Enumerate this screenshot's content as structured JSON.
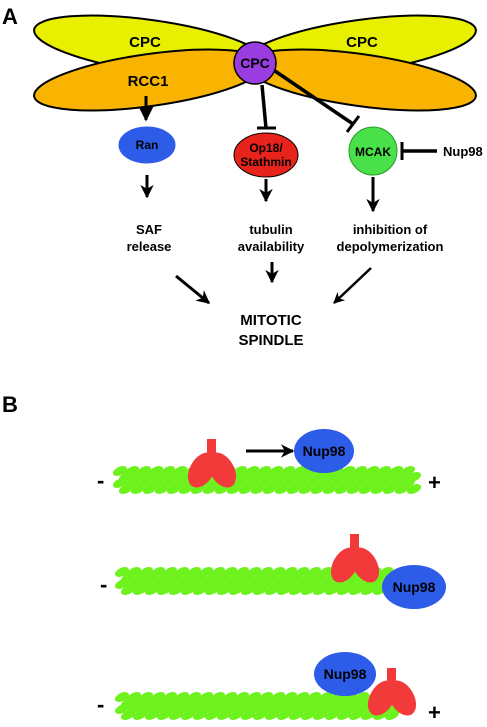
{
  "panel_a": {
    "label": "A",
    "cpc_left": "CPC",
    "cpc_right": "CPC",
    "cpc_center": "CPC",
    "rcc1": "RCC1",
    "ran": "Ran",
    "op18_line1": "Op18/",
    "op18_line2": "Stathmin",
    "mcak": "MCAK",
    "nup98": "Nup98",
    "saf_line1": "SAF",
    "saf_line2": "release",
    "tub_line1": "tubulin",
    "tub_line2": "availability",
    "inh_line1": "inhibition of",
    "inh_line2": "depolymerization",
    "mitotic_line1": "MITOTIC",
    "mitotic_line2": "SPINDLE"
  },
  "panel_b": {
    "label": "B",
    "rows": [
      {
        "minus": "-",
        "plus": "+",
        "nup98": "Nup98"
      },
      {
        "minus": "-",
        "nup98": "Nup98"
      },
      {
        "minus": "-",
        "plus": "+",
        "nup98": "Nup98"
      }
    ]
  },
  "colors": {
    "cpc_yellow": "#e8f000",
    "rcc1_orange": "#f8b400",
    "cpc_purple": "#9a3de0",
    "ran_blue": "#2d5ce8",
    "op18_red": "#e8231b",
    "mcak_green": "#49e04a",
    "microtubule_green": "#6ef21e",
    "kinesin_red": "#f23a3a",
    "nup98_blue": "#2d5ce8"
  }
}
